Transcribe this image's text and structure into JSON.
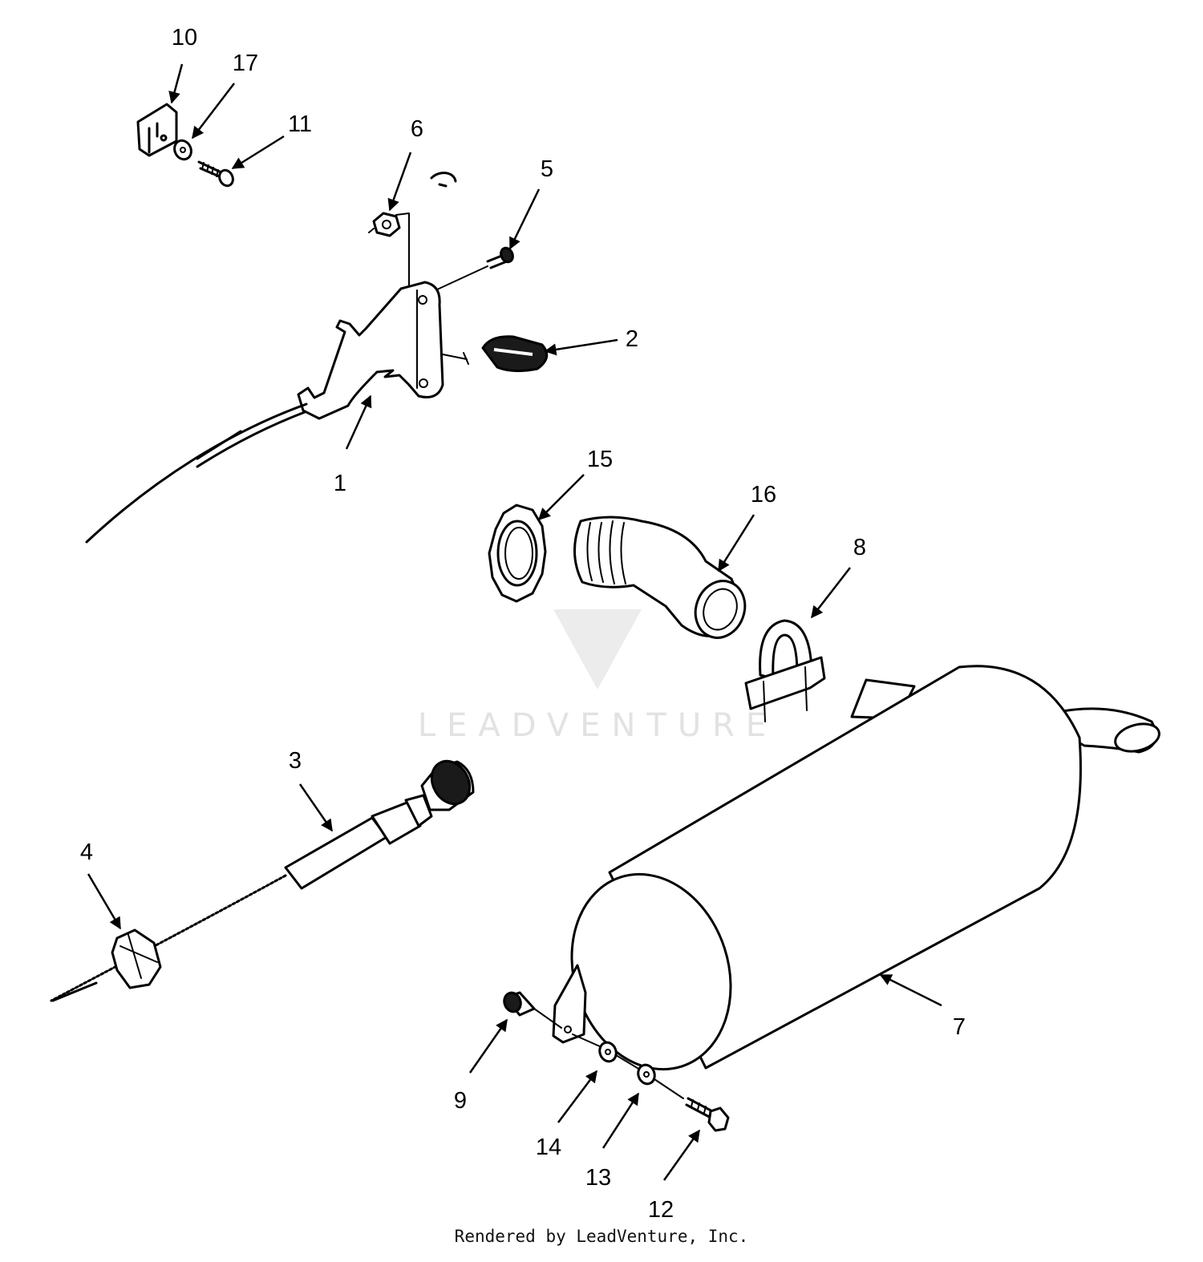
{
  "watermark": {
    "text": "LEADVENTURE"
  },
  "footer": {
    "text": "Rendered by LeadVenture, Inc."
  },
  "callouts": [
    "1",
    "2",
    "3",
    "4",
    "5",
    "6",
    "7",
    "8",
    "9",
    "10",
    "11",
    "12",
    "13",
    "14",
    "15",
    "16",
    "17"
  ],
  "colors": {
    "line": "#000000",
    "watermark": "#e2e2e2",
    "background": "#ffffff"
  }
}
